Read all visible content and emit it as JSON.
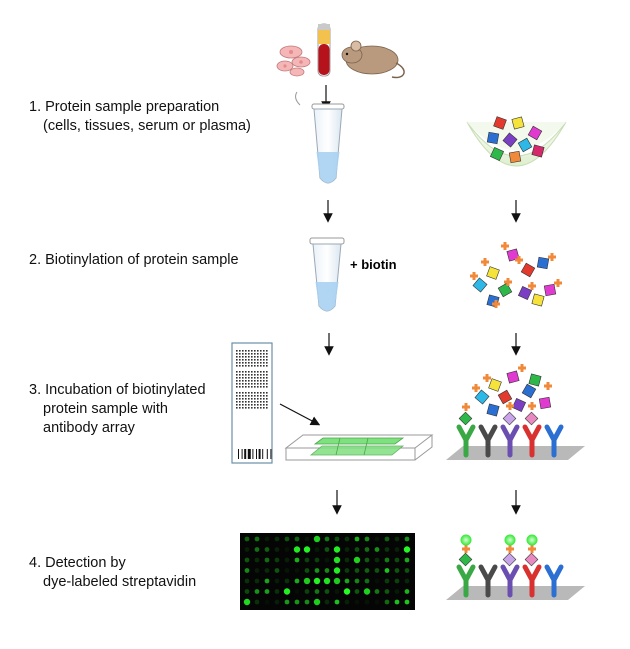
{
  "steps": [
    {
      "title": "1. Protein sample preparation",
      "lines": [
        "(cells, tissues, serum or plasma)"
      ]
    },
    {
      "title": "2. Biotinylation of protein sample",
      "lines": []
    },
    {
      "title": "3. Incubation of biotinylated",
      "lines": [
        "protein sample with",
        "antibody array"
      ]
    },
    {
      "title": "4. Detection by",
      "lines": [
        "dye-labeled streptavidin"
      ]
    }
  ],
  "labels": {
    "biotin": "+ biotin"
  },
  "colors": {
    "blood": "#b5121b",
    "plasma": "#f2c14e",
    "mouse": "#b99a7e",
    "cells": "#f4b6b6",
    "tube_liquid": "#a9d1f2",
    "array_green": "#7fe07f",
    "spot_green": "#37d737",
    "antibody_green": "#3aa845",
    "antibody_gray": "#4a4a4a",
    "antibody_purple": "#6b4fb0",
    "antibody_red": "#d93030",
    "antibody_blue": "#2a6fd1",
    "biotin_orange": "#f08a3a",
    "dye_green": "#2ee82e"
  },
  "icons": [
    "cells-icon",
    "blood-tube-icon",
    "mouse-icon",
    "sample-tube-icon",
    "protein-bowl-icon",
    "biotinylated-proteins-icon",
    "array-slide-icon",
    "slide-chamber-icon",
    "antibody-array-icon",
    "fluorescence-scan-icon",
    "labeled-antibody-array-icon"
  ]
}
